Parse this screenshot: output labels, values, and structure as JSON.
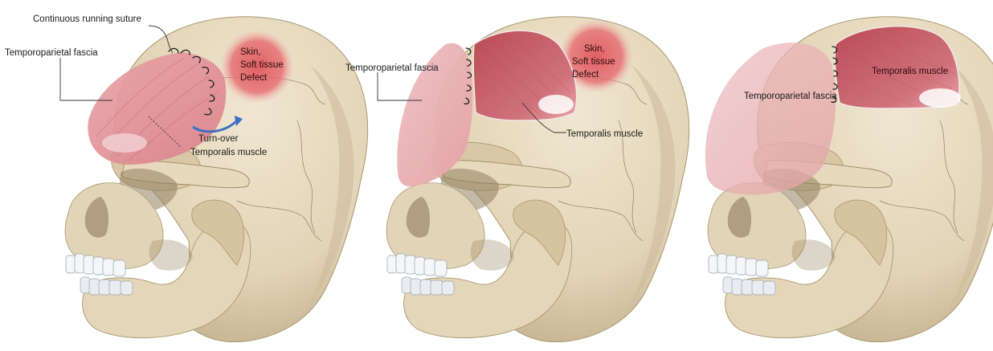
{
  "panels": [
    {
      "labels": {
        "suture": "Continuous running suture",
        "fascia": "Temporoparietal fascia",
        "defect": [
          "Skin,",
          "Soft tissue",
          "Defect"
        ],
        "turnover": "Turn-over",
        "muscle": "Temporalis muscle"
      }
    },
    {
      "labels": {
        "fascia": "Temporoparietal fascia",
        "defect": [
          "Skin,",
          "Soft tissue",
          "Defect"
        ],
        "muscle": "Temporalis muscle"
      }
    },
    {
      "labels": {
        "fascia": "Temporoparietal fascia",
        "muscle": "Temporalis muscle"
      }
    }
  ],
  "colors": {
    "bone": "#e8dcc3",
    "bone_shadow": "#cdbd9c",
    "bone_dark": "#b8a67f",
    "fascia": "#e9aeb1",
    "muscle": "#c9616a",
    "muscle_light": "#dc8a8f",
    "defect": "#e0595e",
    "teeth": "#f4f6f8",
    "arrow": "#3a6fc4"
  }
}
